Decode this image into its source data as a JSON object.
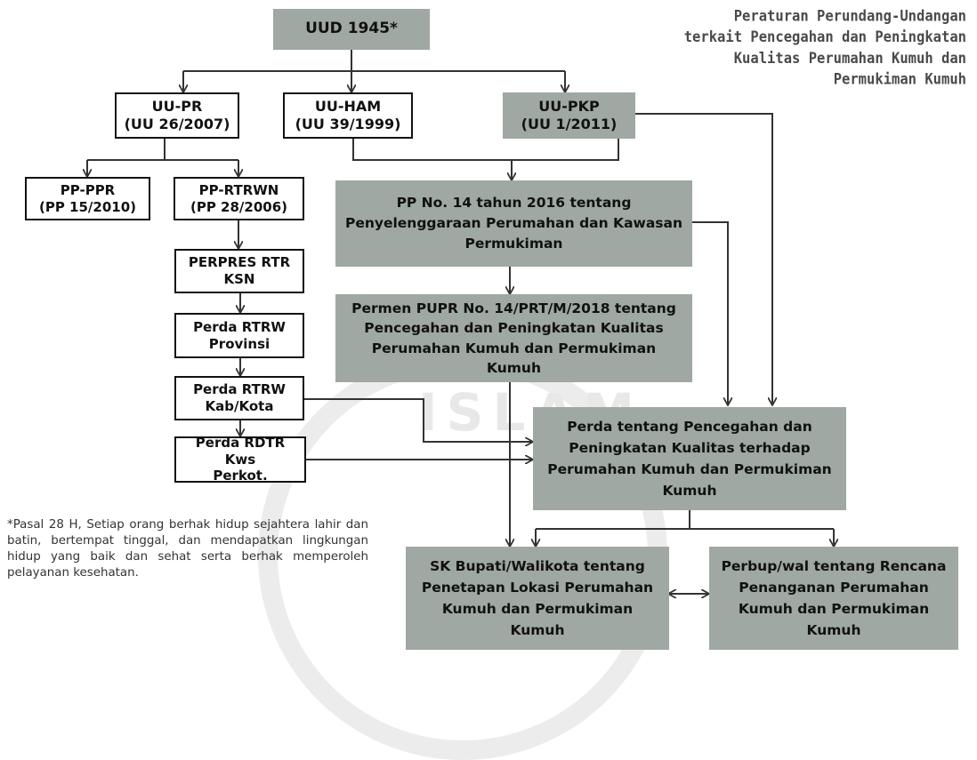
{
  "title": "Peraturan Perundang-Undangan\nterkait Pencegahan dan Peningkatan\nKualitas Perumahan Kumuh dan\nPermukiman Kumuh",
  "watermark": "ISLAM",
  "nodes": {
    "uud": "UUD 1945*",
    "uu_pr": "UU-PR\n(UU 26/2007)",
    "uu_ham": "UU-HAM\n(UU 39/1999)",
    "uu_pkp": "UU-PKP\n(UU 1/2011)",
    "pp_ppr": "PP-PPR\n(PP 15/2010)",
    "pp_rtrwn": "PP-RTRWN\n(PP 28/2006)",
    "perpres": "PERPRES RTR\nKSN",
    "perda_prov": "Perda RTRW\nProvinsi",
    "perda_kab": "Perda RTRW\nKab/Kota",
    "perda_rdtr": "Perda RDTR Kws\nPerkot.",
    "pp14": "PP No. 14 tahun 2016 tentang\nPenyelenggaraan Perumahan dan Kawasan\nPermukiman",
    "permen": "Permen PUPR No. 14/PRT/M/2018 tentang\nPencegahan dan Peningkatan Kualitas\nPerumahan Kumuh dan Permukiman\nKumuh",
    "perda_kumuh": "Perda tentang Pencegahan dan\nPeningkatan Kualitas terhadap\nPerumahan Kumuh dan Permukiman\nKumuh",
    "sk_bupati": "SK Bupati/Walikota tentang\nPenetapan Lokasi Perumahan\nKumuh dan Permukiman\nKumuh",
    "perbup": "Perbup/wal tentang Rencana\nPenanganan Perumahan\nKumuh dan Permukiman\nKumuh"
  },
  "footnote": "*Pasal 28 H, Setiap orang berhak hidup sejahtera lahir dan batin, bertempat tinggal, dan mendapatkan lingkungan hidup yang baik dan sehat serta berhak memperoleh pelayanan kesehatan.",
  "colors": {
    "gray_box": "#9fa8a2",
    "title_text": "#4a4a4a",
    "line": "#333333"
  }
}
